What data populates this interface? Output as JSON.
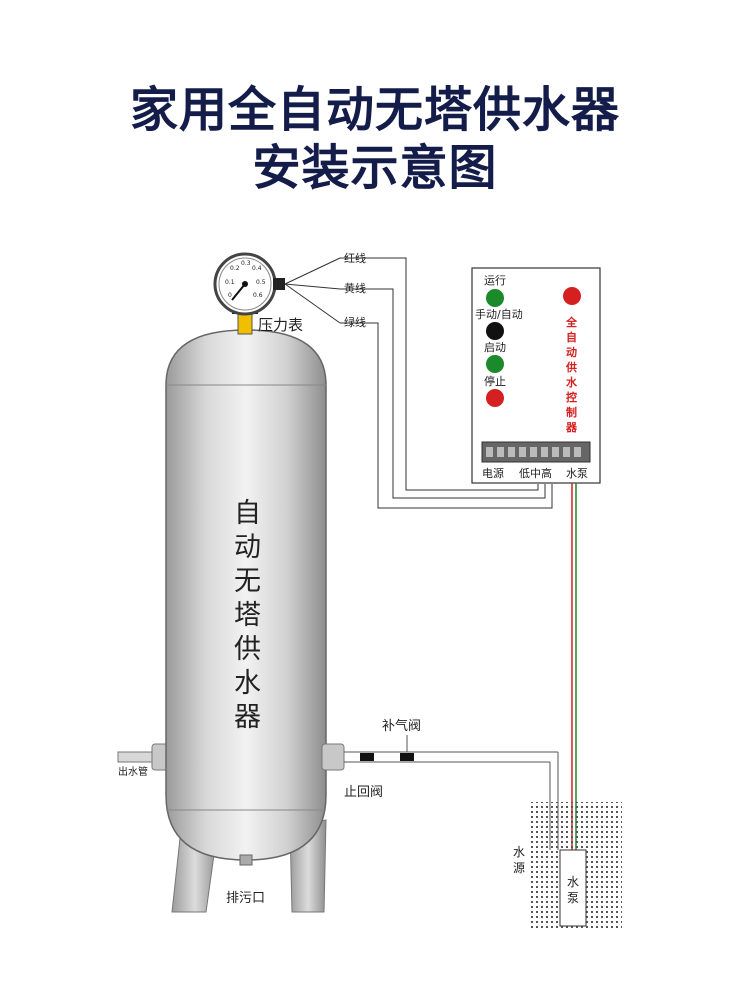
{
  "title_line1": "家用全自动无塔供水器",
  "title_line2": "安装示意图",
  "gauge": {
    "label": "压力表",
    "ticks": [
      "0.2",
      "0.3",
      "0.4",
      "0.1",
      "0.5",
      "0",
      "0.6"
    ]
  },
  "wires": {
    "red": "红线",
    "yellow": "黄线",
    "green": "绿线"
  },
  "controller": {
    "run": "运行",
    "manual_auto": "手动/自动",
    "start": "启动",
    "stop": "停止",
    "vertical_name": [
      "全",
      "自",
      "动",
      "供",
      "水",
      "控",
      "制",
      "器"
    ],
    "terminal_power": "电源",
    "terminal_levels": "低中高",
    "terminal_pump": "水泵",
    "colors": {
      "run_led": "#1a8a2a",
      "manual_led": "#111111",
      "start_led": "#1a8a2a",
      "stop_led": "#d42020",
      "top_led": "#d42020",
      "name_text": "#d42020"
    }
  },
  "tank": {
    "vertical_name": [
      "自",
      "动",
      "无",
      "塔",
      "供",
      "水",
      "器"
    ]
  },
  "labels": {
    "outlet": "出水管",
    "drain": "排污口",
    "check_valve": "止回阀",
    "air_valve": "补气阀",
    "water_source": [
      "水",
      "源"
    ],
    "pump": [
      "水",
      "泵"
    ]
  }
}
